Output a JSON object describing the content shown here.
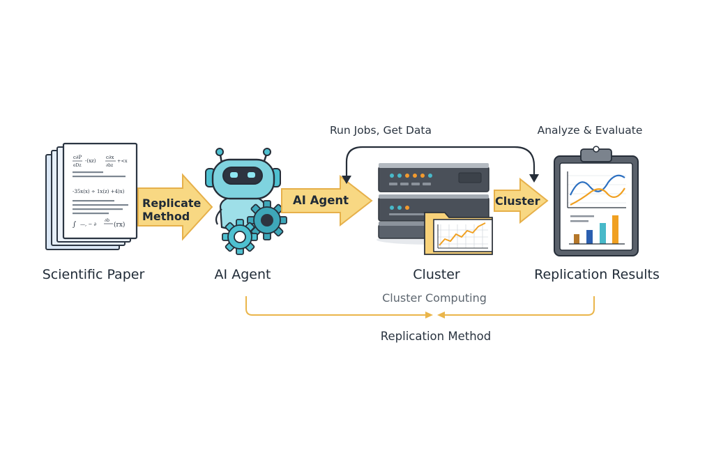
{
  "nodes": {
    "paper": {
      "label": "Scientific Paper"
    },
    "agent": {
      "label": "AI Agent"
    },
    "cluster": {
      "label": "Cluster"
    },
    "results": {
      "label": "Replication Results"
    }
  },
  "arrows": {
    "paper_to_agent": {
      "line1": "Replicate",
      "line2": "Method"
    },
    "agent_to_cluster": {
      "text": "AI Agent"
    },
    "cluster_to_results": {
      "text": "Cluster"
    }
  },
  "loop_label": "Run Jobs, Get Data",
  "results_label": "Analyze & Evaluate",
  "bottom": {
    "computing_label": "Cluster Computing",
    "method_label": "Replication Method"
  },
  "paper_formulas": {
    "line1_a": "c∂P",
    "line1_b": "∂Bz",
    "line1_c": "-(xz)",
    "line1_d": "c∂x",
    "line1_e": "∂bz",
    "line1_f": "+<x",
    "line2": "-35x(x) ÷   1x(z) +4)x)",
    "line3_a": "∫",
    "line3_b": "—,   − ∂",
    "line3_c": "∂b",
    "line3_d": "(rx)"
  },
  "colors": {
    "arrow_fill": "#f8d883",
    "arrow_stroke": "#e6b04a",
    "bracket": "#eab54a",
    "robot_teal": "#4ec0d0",
    "gear_teal": "#3ea7b9",
    "server_grey": "#4a5059",
    "chart_blue": "#2b6fc0",
    "chart_orange": "#f0a021",
    "outline": "#252d38"
  }
}
